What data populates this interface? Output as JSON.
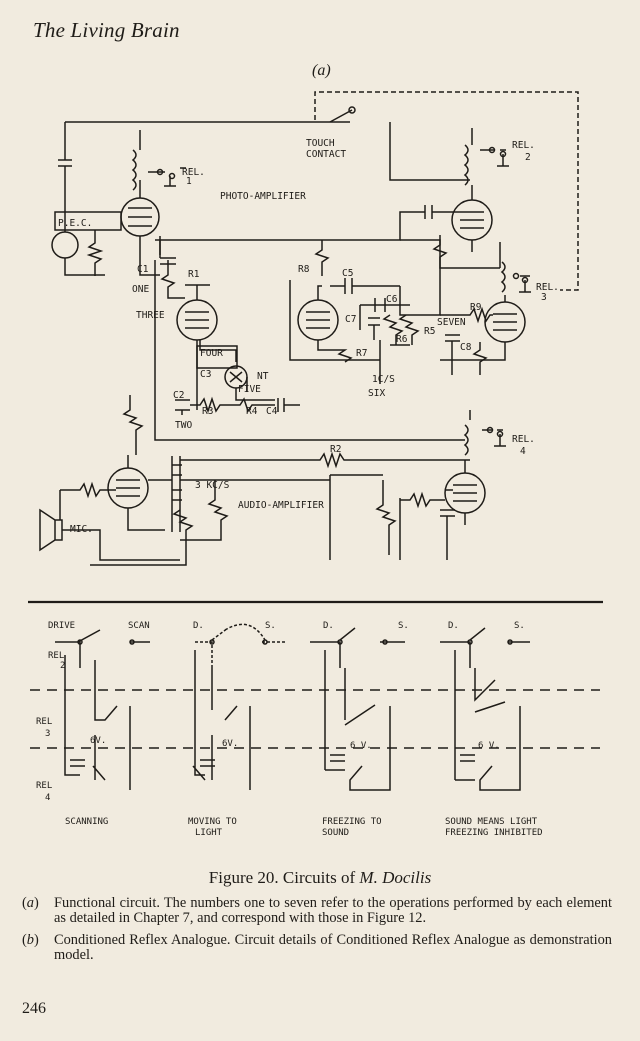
{
  "running_head": "The Living Brain",
  "part_label": "(a)",
  "circuit_labels": {
    "touch_contact_1": "TOUCH",
    "touch_contact_2": "CONTACT",
    "rel1": "REL.",
    "rel1_num": "1",
    "rel2": "REL.",
    "rel2_num": "2",
    "rel3": "REL.",
    "rel3_num": "3",
    "rel4": "REL.",
    "rel4_num": "4",
    "photo_amplifier": "PHOTO-AMPLIFIER",
    "pec": "P.E.C.",
    "c1": "C1",
    "r1": "R1",
    "one": "ONE",
    "three": "THREE",
    "four": "FOUR",
    "c3": "C3",
    "nt": "NT",
    "five": "FIVE",
    "c2": "C2",
    "r3": "R3",
    "r4": "R4",
    "c4": "C4",
    "two": "TWO",
    "r8": "R8",
    "c5": "C5",
    "c6": "C6",
    "c7": "C7",
    "r7": "R7",
    "r6": "R6",
    "r5": "R5",
    "ics": "1C/S",
    "six": "SIX",
    "seven": "SEVEN",
    "r9": "R9",
    "c8": "C8",
    "r2": "R2",
    "three_kcs": "3 KC/S",
    "audio_amplifier": "AUDIO-AMPLIFIER",
    "mic": "MIC."
  },
  "reflex_labels": {
    "drive": "DRIVE",
    "scan": "SCAN",
    "d1": "D.",
    "s1": "S.",
    "d2": "D.",
    "s2": "S.",
    "d3": "D.",
    "s3": "S.",
    "rel2": "REL",
    "rel2_num": "2",
    "rel3": "REL",
    "rel3_num": "3",
    "rel4": "REL",
    "rel4_num": "4",
    "v1": "6V.",
    "v2": "6V.",
    "v3": "6 V.",
    "v4": "6 V.",
    "state1": "SCANNING",
    "state2_1": "MOVING TO",
    "state2_2": "LIGHT",
    "state3_1": "FREEZING TO",
    "state3_2": "SOUND",
    "state4_1": "SOUND MEANS LIGHT",
    "state4_2": "FREEZING INHIBITED"
  },
  "caption": {
    "prefix": "Figure 20. Circuits of ",
    "italic": "M. Docilis"
  },
  "notes": [
    {
      "mark": "a",
      "text": "Functional circuit. The numbers one to seven refer to the operations performed by each element as detailed in Chapter 7, and correspond with those in Figure 12."
    },
    {
      "mark": "b",
      "text": "Conditioned Reflex Analogue. Circuit details of Conditioned Reflex Analogue as demonstration model."
    }
  ],
  "page_number": "246"
}
